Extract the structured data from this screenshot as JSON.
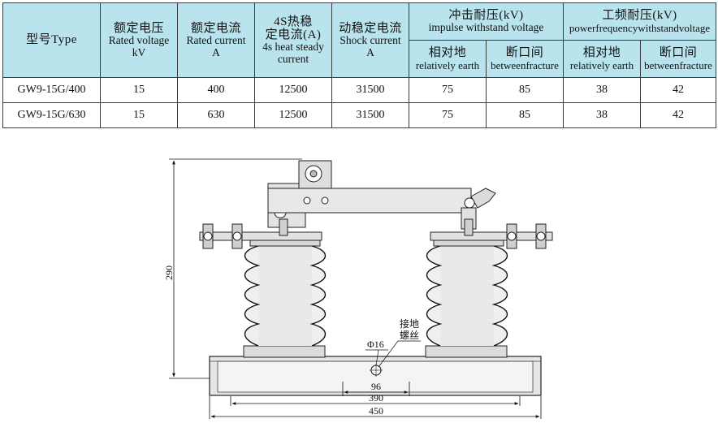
{
  "table": {
    "h_type": "型号Type",
    "h_volt_cn": "额定电压",
    "h_volt_en": "Rated voltage",
    "h_volt_unit": "kV",
    "h_curr_cn": "额定电流",
    "h_curr_en": "Rated current",
    "h_curr_unit": "A",
    "h_heat_cn1": "4S热稳",
    "h_heat_cn2": "定电流(A)",
    "h_heat_en1": "4s heat steady",
    "h_heat_en2": "current",
    "h_shock_cn": "动稳定电流",
    "h_shock_en": "Shock current",
    "h_shock_unit": "A",
    "h_imp_cn": "冲击耐压(kV)",
    "h_imp_en": "impulse withstand voltage",
    "h_pf_cn": "工频耐压(kV)",
    "h_pf_en": "powerfrequencywithstandvoltage",
    "sub_earth_cn": "相对地",
    "sub_earth_en": "relatively earth",
    "sub_break_cn": "断口间",
    "sub_break_en": "betweenfracture",
    "rows": [
      [
        "GW9-15G/400",
        "15",
        "400",
        "12500",
        "31500",
        "75",
        "85",
        "38",
        "42"
      ],
      [
        "GW9-15G/630",
        "15",
        "630",
        "12500",
        "31500",
        "75",
        "85",
        "38",
        "42"
      ]
    ]
  },
  "drawing": {
    "dim_height": "290",
    "dim_96": "96",
    "dim_390": "390",
    "dim_450": "450",
    "phi": "Φ16",
    "label_ground1": "接地",
    "label_ground2": "螺丝"
  }
}
